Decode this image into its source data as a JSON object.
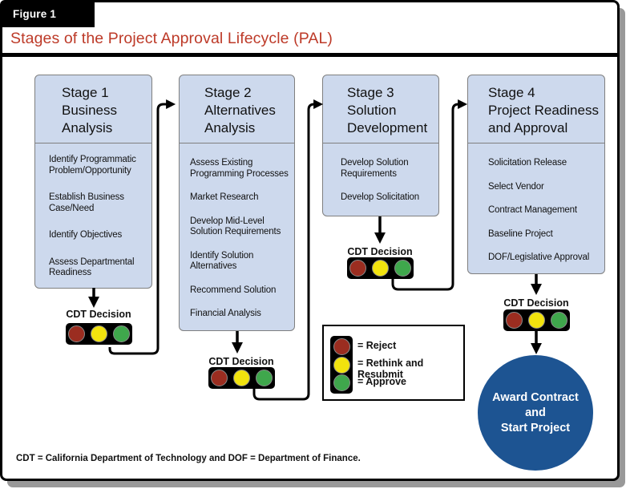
{
  "figure": {
    "label": "Figure 1",
    "title": "Stages of the Project Approval Lifecycle (PAL)"
  },
  "stages": [
    {
      "title": "Stage 1\nBusiness\nAnalysis",
      "items": [
        "Identify Programmatic Problem/Opportunity",
        "Establish Business Case/Need",
        "Identify Objectives",
        "Assess Departmental Readiness"
      ]
    },
    {
      "title": "Stage 2\nAlternatives\nAnalysis",
      "items": [
        "Assess Existing Programming Processes",
        "Market Research",
        "Develop Mid-Level Solution Requirements",
        "Identify Solution Alternatives",
        "Recommend Solution",
        "Financial Analysis"
      ]
    },
    {
      "title": "Stage 3\nSolution\nDevelopment",
      "items": [
        "Develop Solution Requirements",
        "Develop Solicitation"
      ]
    },
    {
      "title": "Stage 4\nProject Readiness\nand Approval",
      "items": [
        "Solicitation Release",
        "Select Vendor",
        "Contract Management",
        "Baseline Project",
        "DOF/Legislative Approval"
      ]
    }
  ],
  "decision_label": "CDT Decision",
  "legend": {
    "entries": [
      {
        "color": "#9b2d20",
        "label": "= Reject"
      },
      {
        "color": "#f2e30e",
        "label": "= Rethink and Resubmit"
      },
      {
        "color": "#3fa74c",
        "label": "= Approve"
      }
    ]
  },
  "end_node": {
    "text": "Award Contract\nand\nStart Project"
  },
  "footnote": "CDT = California Department of Technology and DOF = Department of Finance.",
  "colors": {
    "title_red": "#bd3a28",
    "stage_box_fill": "#cdd9ed",
    "stage_box_border": "#7f7f7f",
    "light_red": "#9b2d20",
    "light_yellow": "#f2e30e",
    "light_green": "#3fa74c",
    "end_circle_blue": "#1d5492",
    "shadow_gray": "#999999"
  }
}
